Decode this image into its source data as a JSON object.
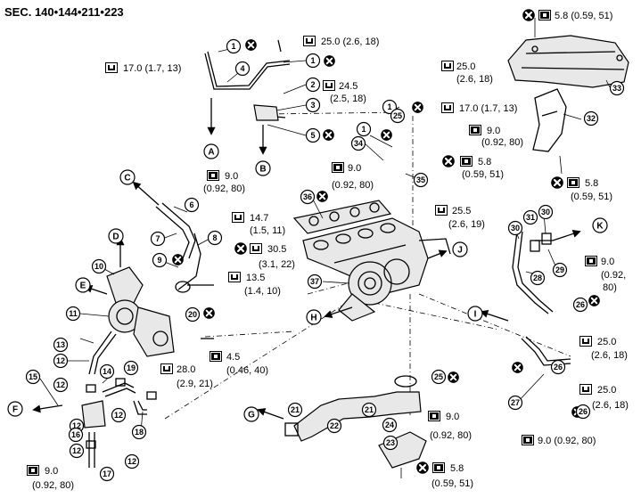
{
  "header": {
    "section_title": "SEC. 140•144•211•223"
  },
  "torques": [
    {
      "id": "t01",
      "text": "25.0  (2.6, 18)"
    },
    {
      "id": "t02",
      "text": "17.0 (1.7, 13)"
    },
    {
      "id": "t03",
      "text": "24.5"
    },
    {
      "id": "t04",
      "text": "(2.5, 18)"
    },
    {
      "id": "t05",
      "text": "25.0"
    },
    {
      "id": "t06",
      "text": "(2.6, 18)"
    },
    {
      "id": "t07",
      "text": "17.0 (1.7, 13)"
    },
    {
      "id": "t08",
      "text": "9.0"
    },
    {
      "id": "t09",
      "text": "(0.92, 80)"
    },
    {
      "id": "t10",
      "text": "5.8"
    },
    {
      "id": "t11",
      "text": "(0.59, 51)"
    },
    {
      "id": "t12",
      "text": "9.0"
    },
    {
      "id": "t13",
      "text": "(0.92, 80)"
    },
    {
      "id": "t14",
      "text": "9.0"
    },
    {
      "id": "t15",
      "text": "(0.92, 80)"
    },
    {
      "id": "t16",
      "text": "5.8 (0.59, 51)"
    },
    {
      "id": "t17",
      "text": "5.8"
    },
    {
      "id": "t18",
      "text": "(0.59, 51)"
    },
    {
      "id": "t19",
      "text": "14.7"
    },
    {
      "id": "t20",
      "text": "(1.5, 11)"
    },
    {
      "id": "t21",
      "text": "30.5"
    },
    {
      "id": "t22",
      "text": "(3.1, 22)"
    },
    {
      "id": "t23",
      "text": "25.5"
    },
    {
      "id": "t24",
      "text": "(2.6, 19)"
    },
    {
      "id": "t25",
      "text": "13.5"
    },
    {
      "id": "t26",
      "text": "(1.4, 10)"
    },
    {
      "id": "t27",
      "text": "9.0"
    },
    {
      "id": "t28",
      "text": "(0.92,"
    },
    {
      "id": "t29",
      "text": "80)"
    },
    {
      "id": "t30",
      "text": "4.5"
    },
    {
      "id": "t31",
      "text": "(0.46, 40)"
    },
    {
      "id": "t32",
      "text": "28.0"
    },
    {
      "id": "t33",
      "text": "(2.9, 21)"
    },
    {
      "id": "t34",
      "text": "25.0"
    },
    {
      "id": "t35",
      "text": "(2.6, 18)"
    },
    {
      "id": "t36",
      "text": "25.0"
    },
    {
      "id": "t37",
      "text": "(2.6, 18)"
    },
    {
      "id": "t38",
      "text": "9.0 (0.92, 80)"
    },
    {
      "id": "t39",
      "text": "9.0"
    },
    {
      "id": "t40",
      "text": "(0.92, 80)"
    },
    {
      "id": "t41",
      "text": "5.8"
    },
    {
      "id": "t42",
      "text": "(0.59, 51)"
    },
    {
      "id": "t43",
      "text": "9.0"
    },
    {
      "id": "t44",
      "text": "(0.92, 80)"
    }
  ],
  "parts": [
    "1",
    "1",
    "1",
    "1",
    "2",
    "3",
    "4",
    "5",
    "6",
    "7",
    "8",
    "9",
    "10",
    "11",
    "12",
    "12",
    "12",
    "12",
    "12",
    "12",
    "13",
    "14",
    "15",
    "16",
    "17",
    "18",
    "19",
    "20",
    "21",
    "21",
    "22",
    "23",
    "24",
    "25",
    "25",
    "26",
    "26",
    "26",
    "27",
    "28",
    "29",
    "30",
    "30",
    "31",
    "32",
    "33",
    "34",
    "35",
    "36",
    "37"
  ],
  "views": [
    "A",
    "B",
    "C",
    "D",
    "E",
    "F",
    "G",
    "H",
    "I",
    "J",
    "K"
  ],
  "icons": {
    "torque": "torque-wrench-icon",
    "discard": "do-not-reuse-icon"
  }
}
